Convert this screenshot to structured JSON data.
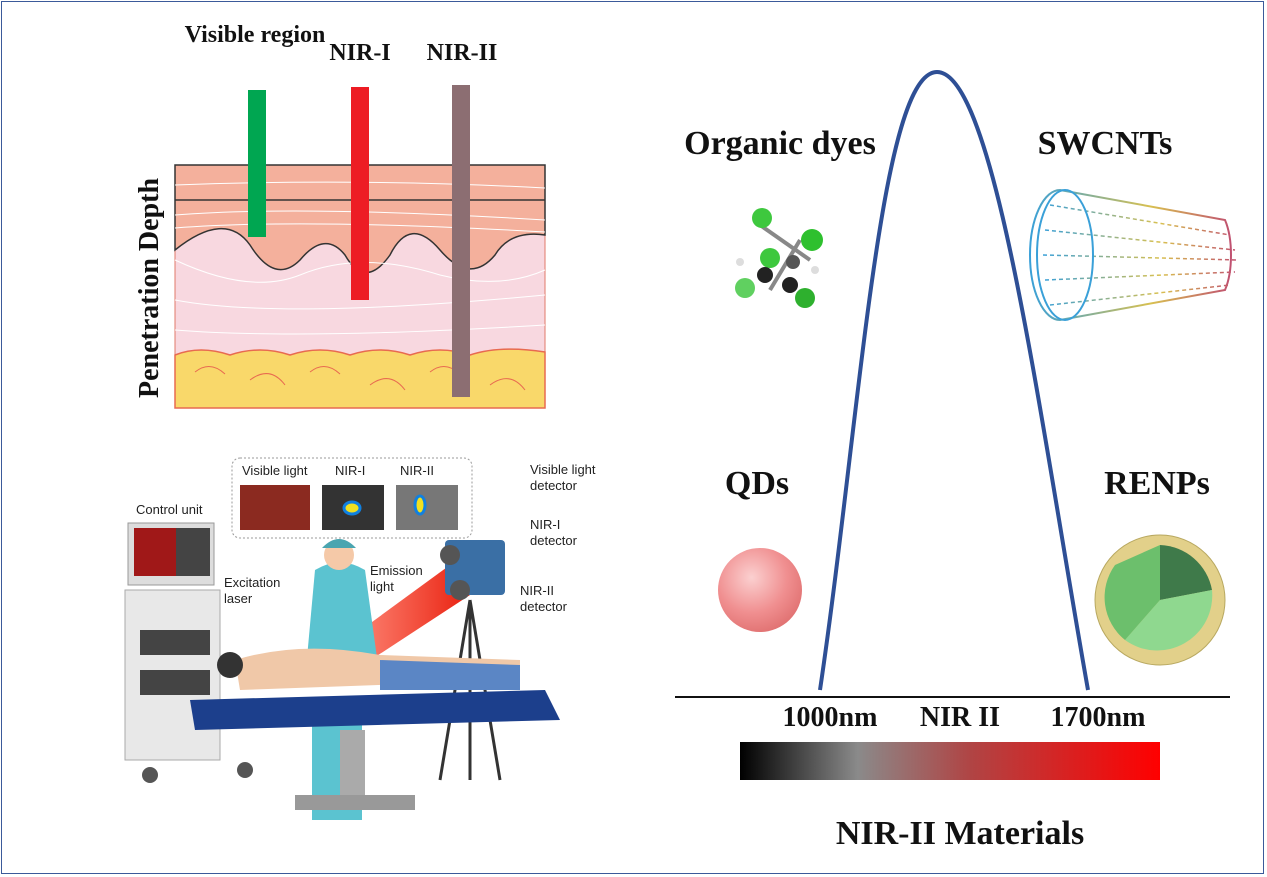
{
  "skin_panel": {
    "axis_label": "Penetration Depth",
    "bars": [
      {
        "label": "Visible region",
        "color": "#00a651"
      },
      {
        "label": "NIR-I",
        "color": "#ed1c24"
      },
      {
        "label": "NIR-II",
        "color": "#8c6e72"
      }
    ]
  },
  "imaging_setup": {
    "control_unit": "Control unit",
    "excitation": "Excitation laser",
    "emission": "Emission light",
    "insets": [
      "Visible light",
      "NIR-I",
      "NIR-II"
    ],
    "detectors": [
      "Visible light detector",
      "NIR-I detector",
      "NIR-II detector"
    ]
  },
  "materials_panel": {
    "materials": [
      "Organic dyes",
      "SWCNTs",
      "QDs",
      "RENPs"
    ],
    "axis": {
      "start": "1000nm",
      "window": "NIR II",
      "end": "1700nm"
    },
    "title": "NIR-II Materials",
    "curve_color": "#2e4f95"
  }
}
